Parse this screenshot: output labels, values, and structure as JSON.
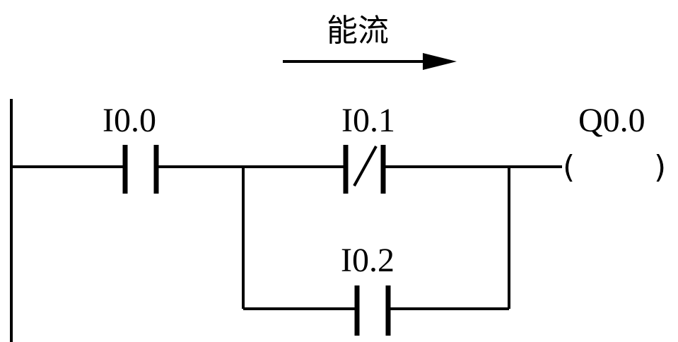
{
  "power_flow": {
    "label": "能流"
  },
  "contacts": [
    {
      "address": "I0.0",
      "kind": "normally-open"
    },
    {
      "address": "I0.1",
      "kind": "normally-closed"
    },
    {
      "address": "I0.2",
      "kind": "normally-open"
    }
  ],
  "coil": {
    "address": "Q0.0",
    "open_paren": "(",
    "close_paren": ")"
  }
}
